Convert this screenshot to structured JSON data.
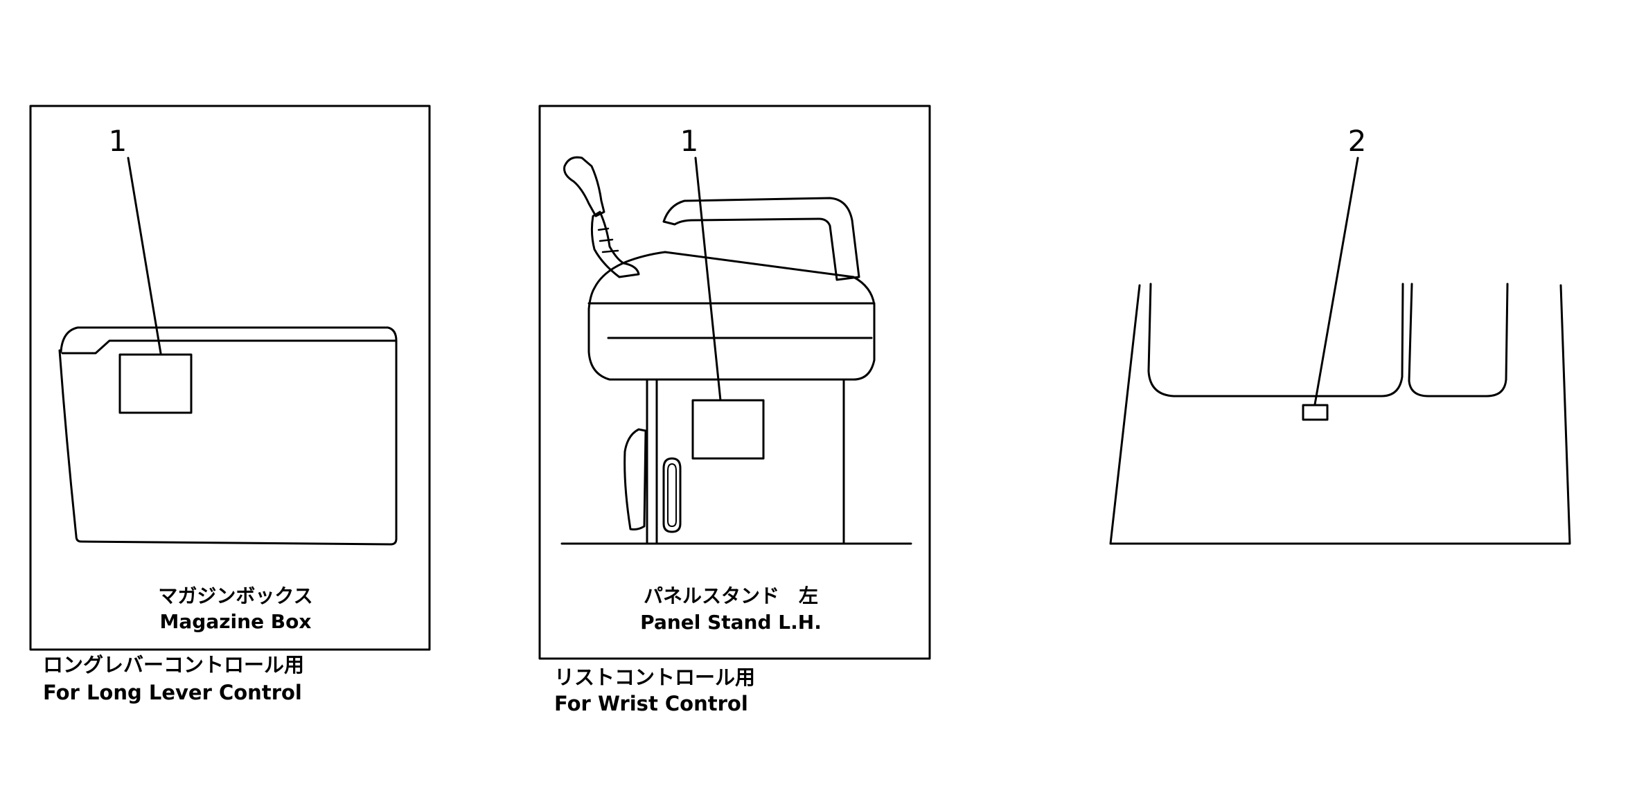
{
  "panels": [
    {
      "callout": "1",
      "label_jp": "マガジンボックス",
      "label_en": "Magazine Box",
      "caption_jp": "ロングレバーコントロール用",
      "caption_en": "For Long Lever Control"
    },
    {
      "callout": "1",
      "label_jp": "パネルスタンド　左",
      "label_en": "Panel Stand L.H.",
      "caption_jp": "リストコントロール用",
      "caption_en": "For Wrist Control"
    },
    {
      "callout": "2"
    }
  ]
}
